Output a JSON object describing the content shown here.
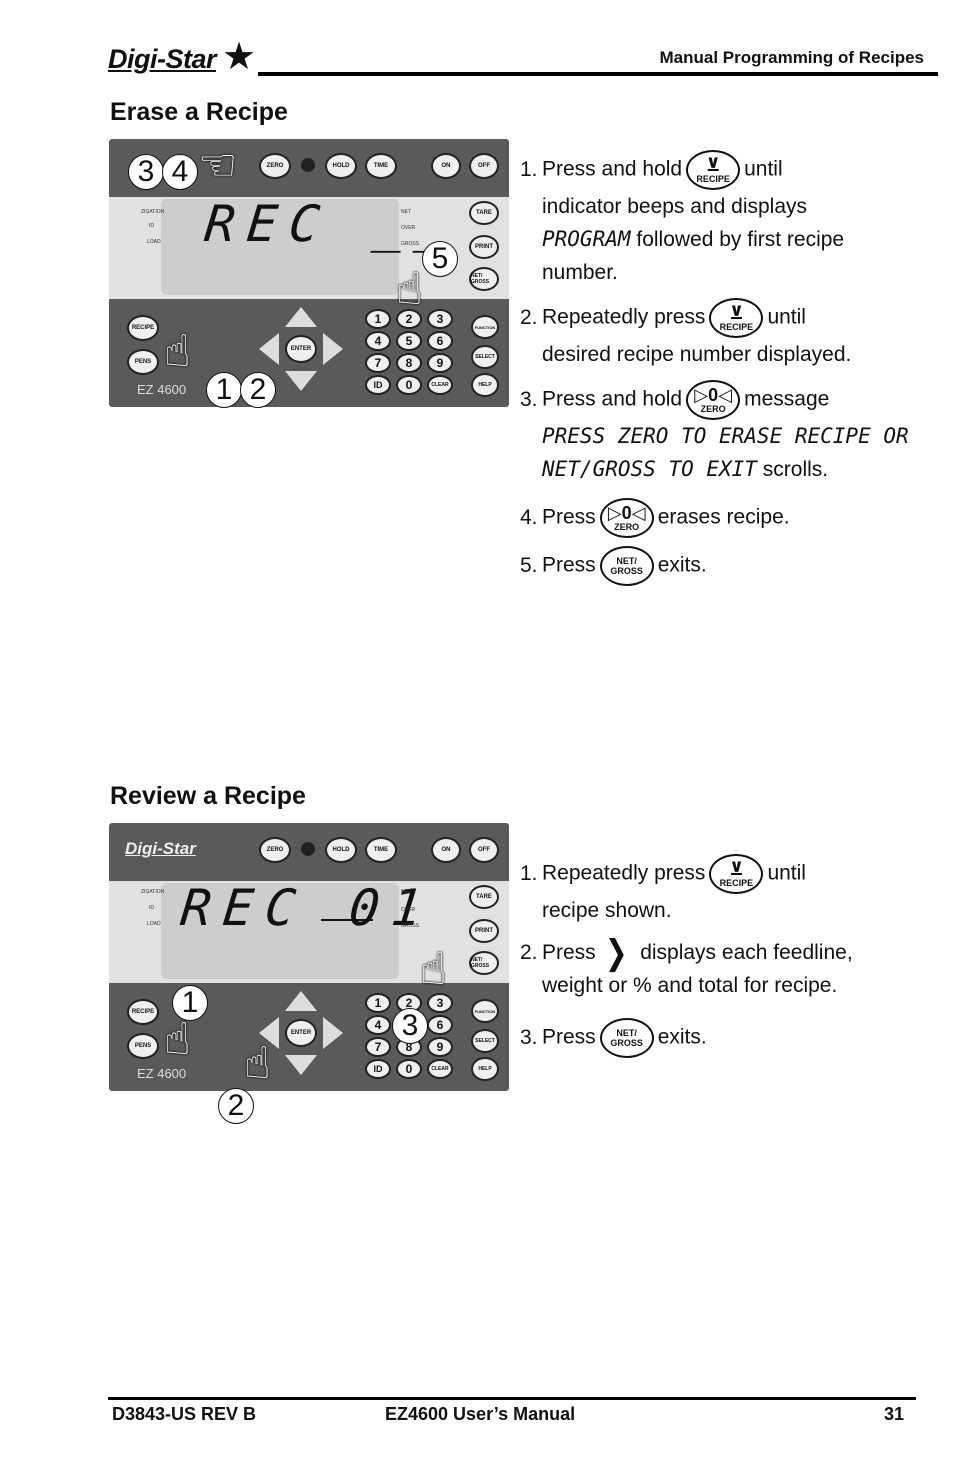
{
  "header": {
    "brand": "Digi-Star",
    "section_title": "Manual Programming of Recipes"
  },
  "erase": {
    "title": "Erase a Recipe",
    "panel": {
      "display": "REC __",
      "model": "EZ 4600",
      "callouts": [
        "3",
        "4",
        "5",
        "1",
        "2"
      ]
    },
    "steps": [
      {
        "num": "1.",
        "pre": "Press and hold",
        "icon": "recipe-icon",
        "icon_label": "RECIPE",
        "post": "until",
        "line2": "indicator beeps and displays",
        "line3_lcd": "PROGRAM",
        "line3": "followed by first recipe",
        "line4": "number."
      },
      {
        "num": "2.",
        "pre": "Repeatedly press",
        "icon": "recipe-icon",
        "icon_label": "RECIPE",
        "post": "until",
        "line2": "desired recipe number displayed."
      },
      {
        "num": "3.",
        "pre": "Press and hold",
        "icon": "zero-icon",
        "icon_label": "ZERO",
        "post": "message",
        "line2_lcd": "PRESS ZERO TO ERASE RECIPE OR",
        "line3_lcd": "NET/GROSS TO EXIT",
        "line3": "scrolls."
      },
      {
        "num": "4.",
        "pre": "Press",
        "icon": "zero-icon",
        "icon_label": "ZERO",
        "post": "erases recipe."
      },
      {
        "num": "5.",
        "pre": "Press",
        "icon": "net-gross-icon",
        "icon_label": "NET/ GROSS",
        "post": "exits."
      }
    ]
  },
  "review": {
    "title": "Review a Recipe",
    "panel": {
      "display": "REC 01",
      "model": "EZ 4600",
      "callouts": [
        "1",
        "3",
        "2"
      ]
    },
    "steps": [
      {
        "num": "1.",
        "pre": "Repeatedly press",
        "icon": "recipe-icon",
        "icon_label": "RECIPE",
        "post": "until",
        "line2": "recipe shown."
      },
      {
        "num": "2.",
        "pre": "Press",
        "icon": "right-arrow-icon",
        "post": "displays each feedline,",
        "line2": "weight or % and total for recipe."
      },
      {
        "num": "3.",
        "pre": "Press",
        "icon": "net-gross-icon",
        "icon_label": "NET/ GROSS",
        "post": "exits."
      }
    ]
  },
  "footer": {
    "doc_id": "D3843-US REV B",
    "manual": "EZ4600 User’s Manual",
    "page": "31"
  },
  "panel_keys": {
    "zero": "ZERO",
    "hold": "HOLD",
    "time": "TIME",
    "on": "ON",
    "off": "OFF",
    "tare": "TARE",
    "print": "PRINT",
    "net_gross": "NET/ GROSS",
    "recipe": "RECIPE",
    "pens": "PENS",
    "enter": "ENTER",
    "function": "FUNCTION",
    "select": "SELECT",
    "help": "HELP",
    "clear": "CLEAR",
    "id": "ID",
    "digits": [
      "1",
      "2",
      "3",
      "4",
      "5",
      "6",
      "7",
      "8",
      "9",
      "0"
    ],
    "side_left": [
      "ZIGATION",
      "ID",
      "LOAD"
    ],
    "side_right": [
      "NET",
      "OVER",
      "GROSS"
    ]
  }
}
